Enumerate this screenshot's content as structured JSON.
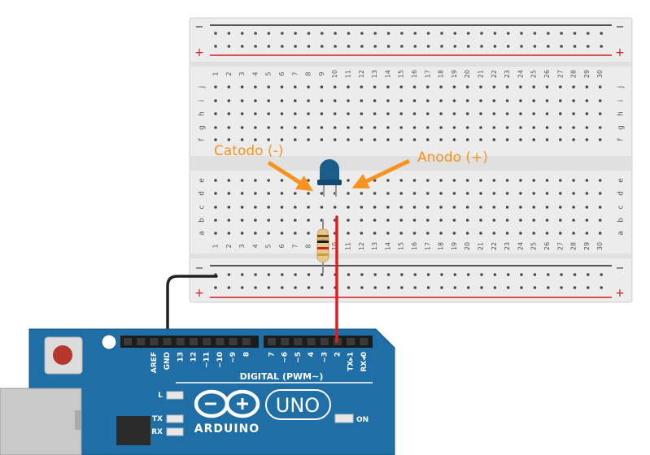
{
  "breadboard": {
    "column_numbers": [
      "1",
      "2",
      "3",
      "4",
      "5",
      "6",
      "7",
      "8",
      "9",
      "10",
      "11",
      "12",
      "13",
      "14",
      "15",
      "16",
      "17",
      "18",
      "19",
      "20",
      "21",
      "22",
      "23",
      "24",
      "25",
      "26",
      "27",
      "28",
      "29",
      "30"
    ],
    "top_rows": [
      "j",
      "i",
      "h",
      "g",
      "f"
    ],
    "bottom_rows": [
      "e",
      "d",
      "c",
      "b",
      "a"
    ],
    "rail_minus": "−",
    "rail_plus": "+"
  },
  "annotations": {
    "cathode": "Catodo (-)",
    "anode": "Anodo (+)"
  },
  "arduino": {
    "brand": "ARDUINO",
    "model": "UNO",
    "digital_header": "DIGITAL (PWM~)",
    "pin_labels": [
      "AREF",
      "GND",
      "13",
      "12",
      "~11",
      "~10",
      "~9",
      "8",
      "7",
      "~6",
      "~5",
      "4",
      "~3",
      "2",
      "TX▸1",
      "RX◂0"
    ],
    "led_l": "L",
    "led_tx": "TX",
    "led_rx": "RX",
    "led_on": "ON"
  },
  "colors": {
    "board": "#1f6fa6",
    "breadboard": "#ededed",
    "wire_red": "#e02020",
    "wire_black": "#222222",
    "led": "#1a5d8a",
    "annotation": "#f7931e",
    "rail_red": "#cc2222"
  }
}
